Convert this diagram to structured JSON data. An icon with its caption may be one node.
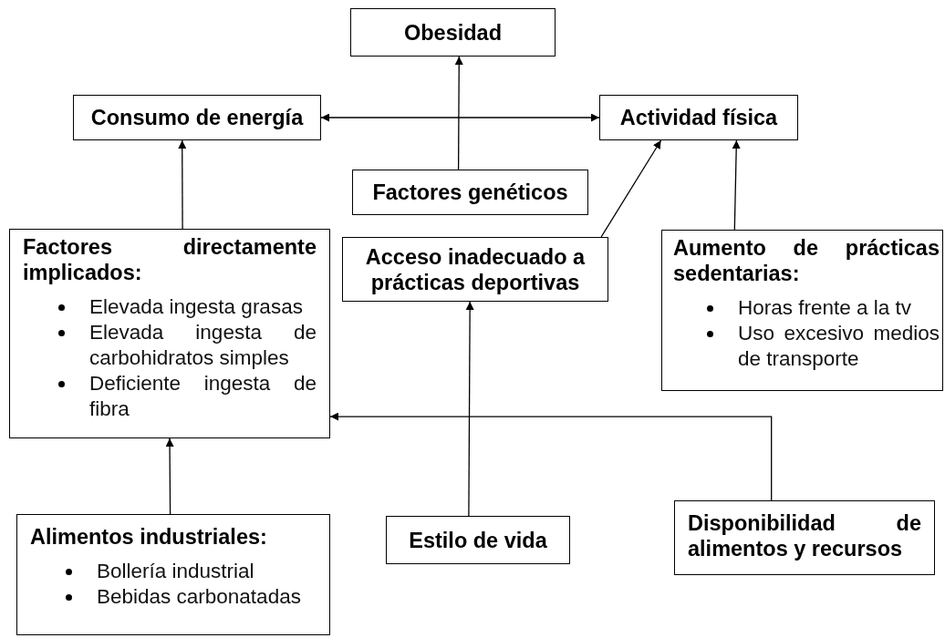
{
  "diagram": {
    "nodes": [
      {
        "text": [
          "Obesidad"
        ]
      },
      {
        "text": [
          "Consumo de energía"
        ]
      },
      {
        "text": [
          "Actividad física"
        ]
      },
      {
        "text": [
          "Factores genéticos"
        ]
      },
      {
        "text": [
          "Factores directamente implicados:",
          "Elevada ingesta grasas",
          "Elevada ingesta de carbohidratos simples",
          "Deficiente ingesta de fibra"
        ]
      },
      {
        "text": [
          "Acceso inadecuado a prácticas deportivas"
        ]
      },
      {
        "text": [
          "Aumento de prácticas sedentarias:",
          "Horas frente a la tv",
          "Uso excesivo medios de transporte"
        ]
      },
      {
        "text": [
          "Alimentos industriales:",
          "Bollería industrial",
          "Bebidas carbonatadas"
        ]
      },
      {
        "text": [
          "Estilo de vida"
        ]
      },
      {
        "text": [
          "Disponibilidad de alimentos y recursos"
        ]
      }
    ],
    "edges": [
      {
        "from": 3,
        "to": 0,
        "arrow": "to"
      },
      {
        "from": 1,
        "to": 2,
        "arrow": "both"
      },
      {
        "from": 4,
        "to": 1,
        "arrow": "to"
      },
      {
        "from": 5,
        "to": 2,
        "arrow": "to"
      },
      {
        "from": 6,
        "to": 2,
        "arrow": "to"
      },
      {
        "from": 7,
        "to": 4,
        "arrow": "to"
      },
      {
        "from": 8,
        "to": 5,
        "arrow": "to"
      },
      {
        "from": 9,
        "to": 4,
        "arrow": "to"
      }
    ]
  }
}
